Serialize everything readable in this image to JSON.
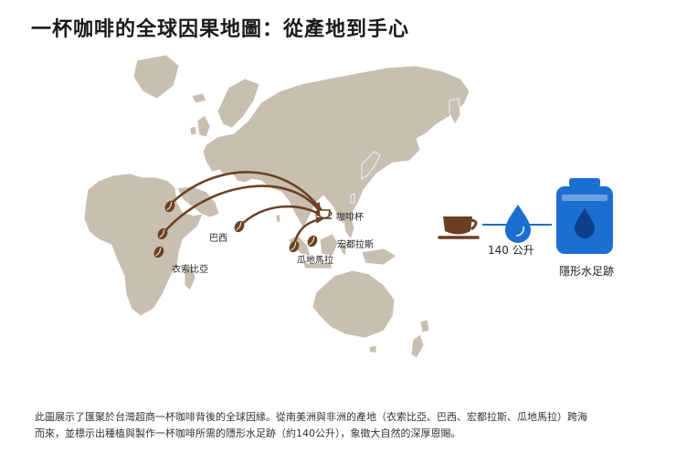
{
  "title": "一杯咖啡的全球因果地圖：從產地到手心",
  "map": {
    "origins": [
      {
        "id": "ethiopia",
        "label": "衣索比亞"
      },
      {
        "id": "brazil",
        "label": "巴西"
      },
      {
        "id": "honduras",
        "label": "宏都拉斯"
      },
      {
        "id": "guatemala",
        "label": "瓜地馬拉"
      }
    ],
    "destination": {
      "id": "cup",
      "label": "咖啡杯",
      "icon": "coffee-cup-icon"
    },
    "route_icon": "coffee-bean-icon",
    "colors": {
      "land": "#c9bfb0",
      "route": "#6b4226",
      "water": "#1c6fd1",
      "cup": "#6b3f22"
    }
  },
  "water_footprint": {
    "amount": "140 公升",
    "label": "隱形水足跡",
    "icons": [
      "coffee-cup-icon",
      "water-drop-icon",
      "water-tank-icon"
    ]
  },
  "caption": {
    "line1": "此圖展示了匯聚於台灣超商一杯咖啡背後的全球因緣。從南美洲與非洲的產地（衣索比亞、巴西、宏都拉斯、瓜地馬拉）跨海",
    "line2": "而來，並標示出種植與製作一杯咖啡所需的隱形水足跡（約140公升），象徵大自然的深厚恩賜。"
  }
}
